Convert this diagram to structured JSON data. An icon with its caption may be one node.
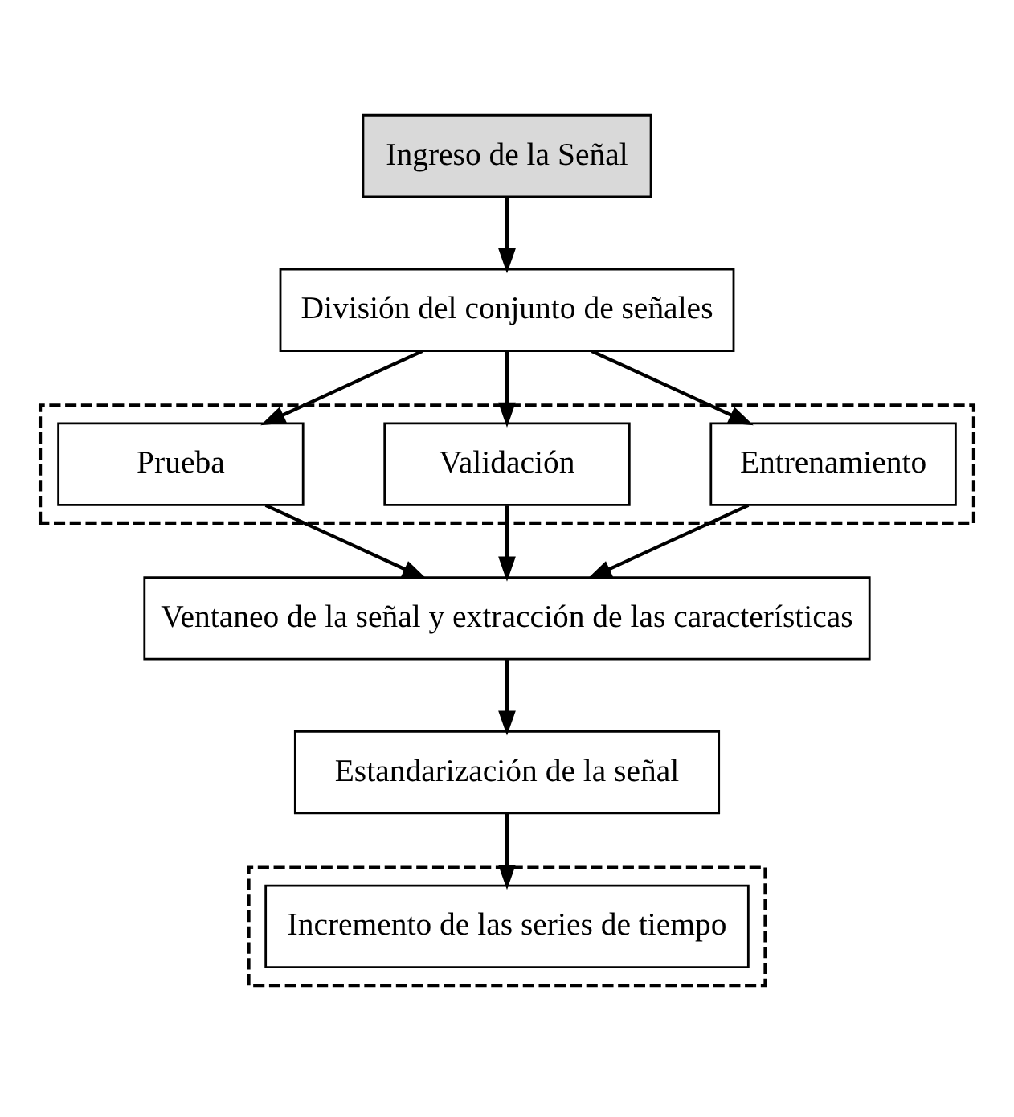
{
  "diagram": {
    "nodes": [
      {
        "text": [
          "Ingreso de la Señal"
        ]
      },
      {
        "text": [
          "División del conjunto de señales"
        ]
      },
      {
        "text": [],
        "shape": "box"
      },
      {
        "text": [
          "Entrenamiento"
        ],
        "in": 2
      },
      {
        "text": [
          "Validación"
        ],
        "in": 2
      },
      {
        "text": [
          "Prueba"
        ],
        "in": 2
      },
      {
        "text": [
          "Ventaneo de la señal y extracción de las características"
        ]
      },
      {
        "text": [
          "Estandarización de la señal"
        ]
      },
      {
        "text": [],
        "shape": "box"
      },
      {
        "text": [
          "Incremento de las series de tiempo"
        ],
        "in": 8
      }
    ],
    "edges": [
      {
        "from": 0,
        "to": 1,
        "arrow": "to"
      },
      {
        "from": 1,
        "to": 3,
        "arrow": "to"
      },
      {
        "from": 1,
        "to": 4,
        "arrow": "to"
      },
      {
        "from": 1,
        "to": 5,
        "arrow": "to"
      },
      {
        "from": 3,
        "to": 6,
        "arrow": "to"
      },
      {
        "from": 4,
        "to": 6,
        "arrow": "to"
      },
      {
        "from": 5,
        "to": 6,
        "arrow": "to"
      },
      {
        "from": 6,
        "to": 7,
        "arrow": "to"
      },
      {
        "from": 7,
        "to": 9,
        "arrow": "to"
      }
    ]
  }
}
